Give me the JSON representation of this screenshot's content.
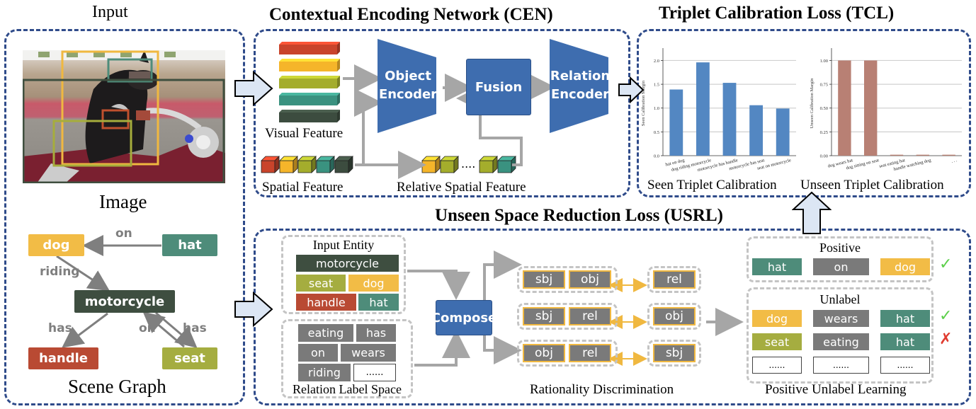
{
  "titles": {
    "input": "Input",
    "cen": "Contextual Encoding Network (CEN)",
    "tcl": "Triplet Calibration Loss (TCL)",
    "usrl": "Unseen Space Reduction Loss (USRL)"
  },
  "input_panel": {
    "image_label": "Image",
    "scene_graph_label": "Scene Graph",
    "image_boxes": [
      {
        "object": "dog",
        "color": "#f0b840"
      },
      {
        "object": "hat",
        "color": "#4e8c7a"
      },
      {
        "object": "handle",
        "color": "#c0502e"
      },
      {
        "object": "seat",
        "color": "#a6ad3c"
      },
      {
        "object": "motorcycle",
        "color": "#3f4f3f"
      }
    ],
    "scene_graph": {
      "nodes": [
        {
          "id": "dog",
          "label": "dog",
          "color": "#f2bc46"
        },
        {
          "id": "hat",
          "label": "hat",
          "color": "#4e8c7a"
        },
        {
          "id": "motorcycle",
          "label": "motorcycle",
          "color": "#3e4e40"
        },
        {
          "id": "handle",
          "label": "handle",
          "color": "#b94a33"
        },
        {
          "id": "seat",
          "label": "seat",
          "color": "#a5ad40"
        }
      ],
      "edges": [
        {
          "from": "hat",
          "to": "dog",
          "label": "on"
        },
        {
          "from": "dog",
          "to": "motorcycle",
          "label": "riding"
        },
        {
          "from": "motorcycle",
          "to": "handle",
          "label": "has"
        },
        {
          "from": "seat",
          "to": "motorcycle",
          "label": "on"
        },
        {
          "from": "motorcycle",
          "to": "seat",
          "label": "has"
        }
      ]
    }
  },
  "cen": {
    "visual_feature_label": "Visual Feature",
    "spatial_feature_label": "Spatial Feature",
    "relative_spatial_feature_label": "Relative Spatial Feature",
    "object_encoder": "Object Encoder",
    "fusion": "Fusion",
    "relation_encoder": "Relation Encoder",
    "feature_colors": [
      "#c9442b",
      "#f5b52a",
      "#a4ad2c",
      "#3a9280",
      "#3c4c3f"
    ],
    "dots": "...."
  },
  "usrl": {
    "input_entity": {
      "title": "Input Entity",
      "entities": [
        {
          "label": "motorcycle",
          "color": "#3e4e40"
        },
        {
          "label": "seat",
          "color": "#a5ad40"
        },
        {
          "label": "dog",
          "color": "#f2bc46"
        },
        {
          "label": "handle",
          "color": "#b94a33"
        },
        {
          "label": "hat",
          "color": "#4e8c7a"
        }
      ]
    },
    "relation_label_space": {
      "title": "Relation Label Space",
      "relations": [
        "eating",
        "has",
        "on",
        "wears",
        "riding",
        "......"
      ]
    },
    "compose": "Compose",
    "rationality": {
      "title": "Rationality Discrimination",
      "rows": [
        {
          "left": [
            "sbj",
            "obj"
          ],
          "right": "rel"
        },
        {
          "left": [
            "sbj",
            "rel"
          ],
          "right": "obj"
        },
        {
          "left": [
            "obj",
            "rel"
          ],
          "right": "sbj"
        }
      ]
    },
    "pu_learning": {
      "title": "Positive Unlabel Learning",
      "positive_title": "Positive",
      "unlabel_title": "Unlabel",
      "positive": [
        {
          "triplet": [
            "hat",
            "on",
            "dog"
          ],
          "colors": [
            "#4e8c7a",
            "#7a7a7a",
            "#f2bc46"
          ],
          "mark": "✓"
        }
      ],
      "unlabel": [
        {
          "triplet": [
            "dog",
            "wears",
            "hat"
          ],
          "colors": [
            "#f2bc46",
            "#7a7a7a",
            "#4e8c7a"
          ],
          "mark": "✓"
        },
        {
          "triplet": [
            "seat",
            "eating",
            "hat"
          ],
          "colors": [
            "#a5ad40",
            "#7a7a7a",
            "#4e8c7a"
          ],
          "mark": "✗"
        },
        {
          "triplet": [
            "......",
            "......",
            "......"
          ],
          "colors": [
            "#ffffff",
            "#ffffff",
            "#ffffff"
          ],
          "mark": ""
        }
      ],
      "check_color": "#5ccf4a",
      "cross_color": "#e03b2f"
    }
  },
  "chart_data": [
    {
      "type": "bar",
      "title": "Seen Triplet Calibration",
      "xlabel": "",
      "ylabel": "Seen Calibration Margin",
      "categories": [
        "hat on dog",
        "dog riding motorcycle",
        "motorcycle has handle",
        "motorcycle has seat",
        "seat on motorcycle"
      ],
      "values": [
        1.39,
        1.96,
        1.53,
        1.06,
        0.99
      ],
      "ylim": [
        0,
        2.2
      ],
      "yticks": [
        "0.0",
        "0.5",
        "1.0",
        "1.5",
        "2.0"
      ],
      "ytick_values": [
        0,
        0.5,
        1.0,
        1.5,
        2.0
      ],
      "grid": true,
      "color": "#5387c2"
    },
    {
      "type": "bar",
      "title": "Unseen Triplet Calibration",
      "xlabel": "",
      "ylabel": "Unseen Calibration Margin",
      "categories": [
        "dog wears hat",
        "dog sitting on seat",
        "seat eating hat",
        "handle watching dog",
        ". . ."
      ],
      "values": [
        1.0,
        1.0,
        0.01,
        0.01,
        0.01
      ],
      "ylim": [
        0,
        1.1
      ],
      "yticks": [
        "0.00",
        "0.25",
        "0.50",
        "0.75",
        "1.00"
      ],
      "ytick_values": [
        0,
        0.25,
        0.5,
        0.75,
        1.0
      ],
      "grid": true,
      "color": "#b88074"
    }
  ]
}
